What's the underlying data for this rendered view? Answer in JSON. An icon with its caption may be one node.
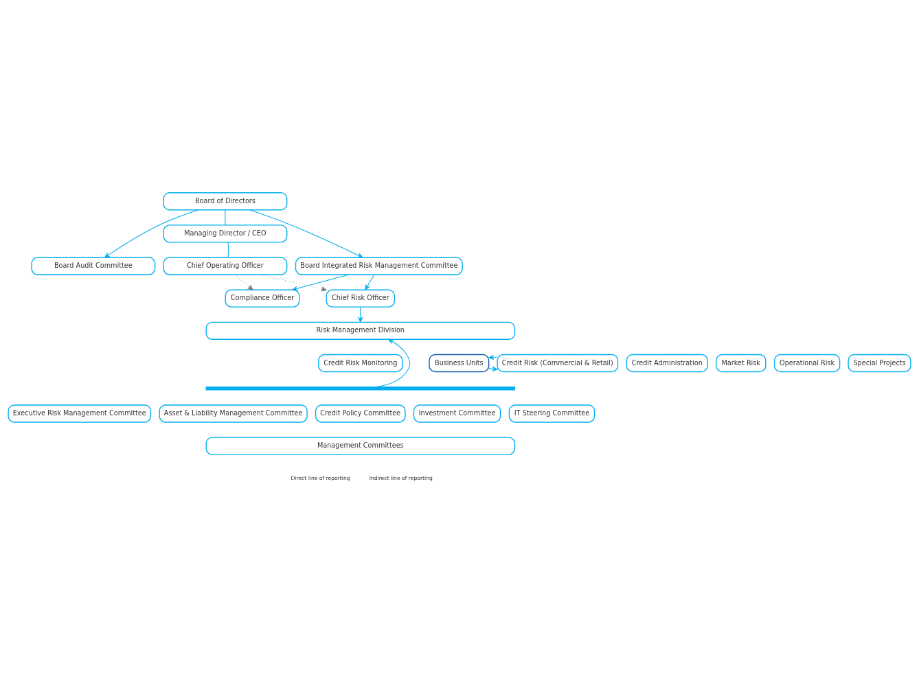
{
  "diagram": {
    "nodes": [
      {
        "text": [
          "Board of Directors"
        ]
      },
      {
        "text": [
          "Board Audit Committee"
        ]
      },
      {
        "text": [
          "Board Integrated Risk Management Committee"
        ]
      },
      {
        "text": [
          "Managing Director / CEO"
        ]
      },
      {
        "text": [
          "Chief Operating Officer"
        ]
      },
      {
        "text": [
          "Compliance Officer"
        ]
      },
      {
        "text": [
          "Chief Risk Officer"
        ]
      },
      {
        "text": [
          "Risk Management Division"
        ]
      },
      {
        "text": [
          "Business Units"
        ]
      },
      {
        "text": [
          "Credit Risk (Commercial & Retail)"
        ]
      },
      {
        "text": [
          "Credit Administration"
        ]
      },
      {
        "text": [
          "Credit Risk Monitoring"
        ]
      },
      {
        "text": [
          "Market Risk"
        ]
      },
      {
        "text": [
          "Operational Risk"
        ]
      },
      {
        "text": [
          "Special Projects"
        ]
      },
      {
        "text": [],
        "shape": "bar"
      },
      {
        "text": [
          "Executive Risk Management Committee"
        ]
      },
      {
        "text": [
          "Asset & Liability Management Committee"
        ]
      },
      {
        "text": [
          "Credit Policy Committee"
        ]
      },
      {
        "text": [
          "Investment Committee"
        ]
      },
      {
        "text": [
          "IT Steering Committee"
        ]
      },
      {
        "text": [
          "Management Committees"
        ]
      }
    ],
    "edges": [
      {
        "from": 0,
        "to": 1,
        "arrow": "to"
      },
      {
        "from": 0,
        "to": 2,
        "arrow": "to"
      },
      {
        "from": 0,
        "to": 3,
        "arrow": "none"
      },
      {
        "from": 3,
        "to": 4,
        "arrow": "none"
      },
      {
        "from": 2,
        "to": 5,
        "arrow": "to"
      },
      {
        "from": 2,
        "to": 6,
        "arrow": "to"
      },
      {
        "from": 4,
        "to": 5,
        "arrow": "to",
        "style": "dashed",
        "color": "#777777"
      },
      {
        "from": 4,
        "to": 6,
        "arrow": "to",
        "style": "dashed",
        "color": "#777777"
      },
      {
        "from": 6,
        "to": 7,
        "arrow": "to"
      },
      {
        "from": 8,
        "to": 9,
        "arrow": "to"
      },
      {
        "from": 9,
        "to": 8,
        "arrow": "to"
      },
      {
        "from": 15,
        "to": 7,
        "arrow": "to"
      }
    ],
    "legend": [
      {
        "text": "Direct line of reporting"
      },
      {
        "text": "Indirect line of reporting"
      }
    ]
  }
}
